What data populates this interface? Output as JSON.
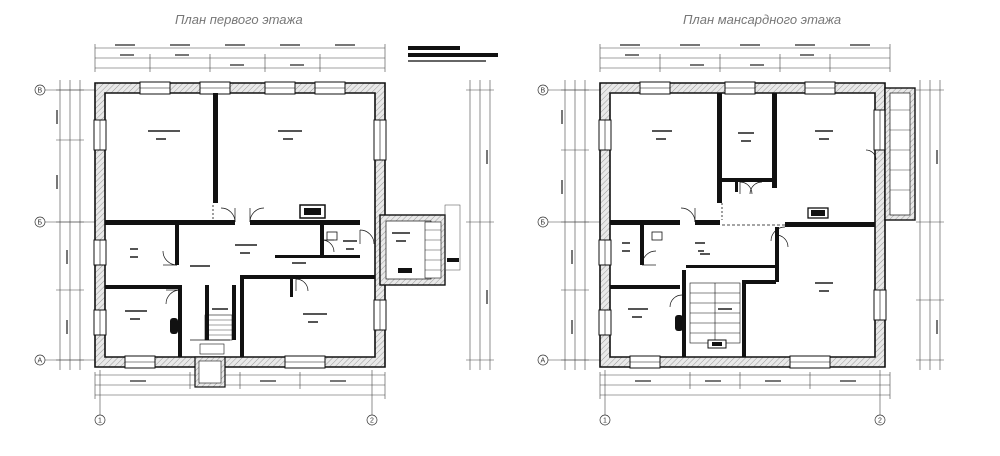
{
  "plans": [
    {
      "title": "План первого этажа"
    },
    {
      "title": "План мансардного этажа"
    }
  ],
  "axes": {
    "rows": [
      "В",
      "Б",
      "А"
    ],
    "cols": [
      "1",
      "2"
    ]
  },
  "colors": {
    "wall": "#111111",
    "wall_fill": "#e8e8e8",
    "dimension_line": "#444444",
    "title": "#777777"
  }
}
